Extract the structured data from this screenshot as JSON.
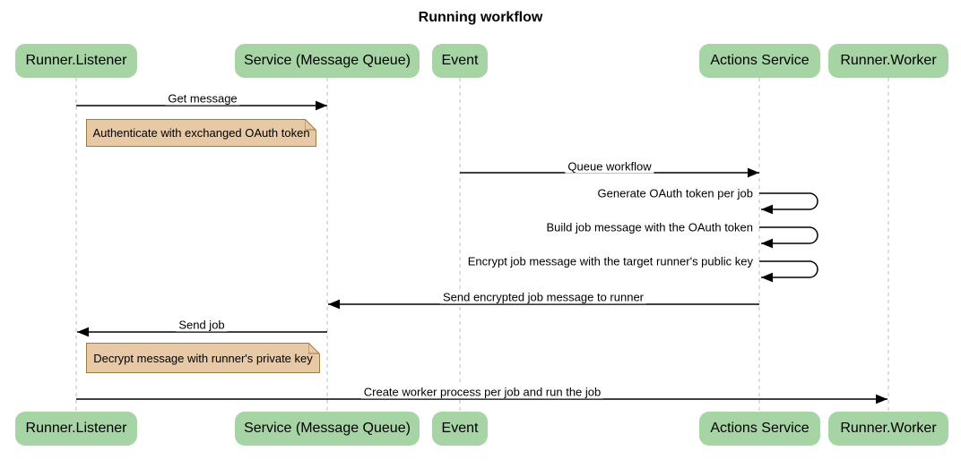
{
  "title": "Running workflow",
  "actors": [
    {
      "name": "Runner.Listener"
    },
    {
      "name": "Service (Message Queue)"
    },
    {
      "name": "Event"
    },
    {
      "name": "Actions Service"
    },
    {
      "name": "Runner.Worker"
    }
  ],
  "messages": [
    {
      "from": "Runner.Listener",
      "to": "Service (Message Queue)",
      "label": "Get message",
      "kind": "arrow"
    },
    {
      "from": "Event",
      "to": "Actions Service",
      "label": "Queue workflow",
      "kind": "arrow"
    },
    {
      "from": "Actions Service",
      "to": "Actions Service",
      "label": "Generate OAuth token per job",
      "kind": "self"
    },
    {
      "from": "Actions Service",
      "to": "Actions Service",
      "label": "Build job message with the OAuth token",
      "kind": "self"
    },
    {
      "from": "Actions Service",
      "to": "Actions Service",
      "label": "Encrypt job message with the target runner's public key",
      "kind": "self"
    },
    {
      "from": "Actions Service",
      "to": "Service (Message Queue)",
      "label": "Send encrypted job message to runner",
      "kind": "arrow"
    },
    {
      "from": "Service (Message Queue)",
      "to": "Runner.Listener",
      "label": "Send job",
      "kind": "arrow"
    },
    {
      "from": "Runner.Listener",
      "to": "Runner.Worker",
      "label": "Create worker process per job and run the job",
      "kind": "arrow"
    }
  ],
  "notes": [
    {
      "text": "Authenticate with exchanged OAuth token"
    },
    {
      "text": "Decrypt message with runner's private key"
    }
  ],
  "colors": {
    "background": "#ffffff",
    "text": "#000000",
    "actor_fill": "#a7d4a5",
    "note_fill": "#e8c9a6",
    "note_border": "#9e7b42",
    "lifeline": "#bbbbbb",
    "arrow": "#000000"
  }
}
